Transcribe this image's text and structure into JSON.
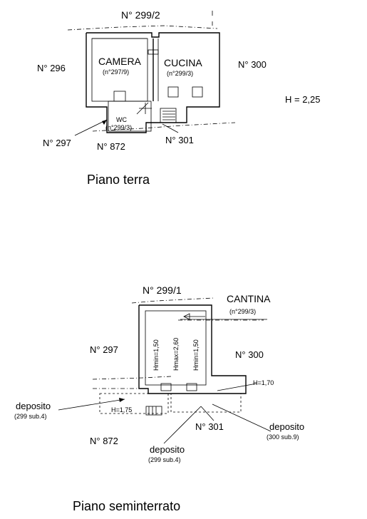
{
  "ground": {
    "title": "Piano terra",
    "height": "H = 2,25",
    "parcel_north": "N° 299/2",
    "parcel_west": "N° 296",
    "parcel_east": "N° 300",
    "parcel_sw": "N° 297",
    "parcel_s": "N° 872",
    "parcel_se": "N° 301",
    "room1_name": "CAMERA",
    "room1_ref": "(n°297/9)",
    "room2_name": "CUCINA",
    "room2_ref": "(n°299/3)",
    "wc_name": "WC",
    "wc_ref": "(n°299/3)"
  },
  "basement": {
    "title": "Piano seminterrato",
    "parcel_north": "N° 299/1",
    "cellar_name": "CANTINA",
    "cellar_ref": "(n°299/3)",
    "parcel_west": "N° 297",
    "parcel_east": "N° 300",
    "parcel_s": "N° 301",
    "parcel_sw": "N° 872",
    "dim_left": "Hmin=1,50",
    "dim_mid": "Hmax=2,60",
    "dim_right": "Hmin=1,50",
    "h_right": "H=1,70",
    "h_left": "H=1,75",
    "dep_left": "deposito",
    "dep_left_ref": "(299 sub.4)",
    "dep_bottom": "deposito",
    "dep_bottom_ref": "(299 sub.4)",
    "dep_right": "deposito",
    "dep_right_ref": "(300 sub.9)"
  }
}
